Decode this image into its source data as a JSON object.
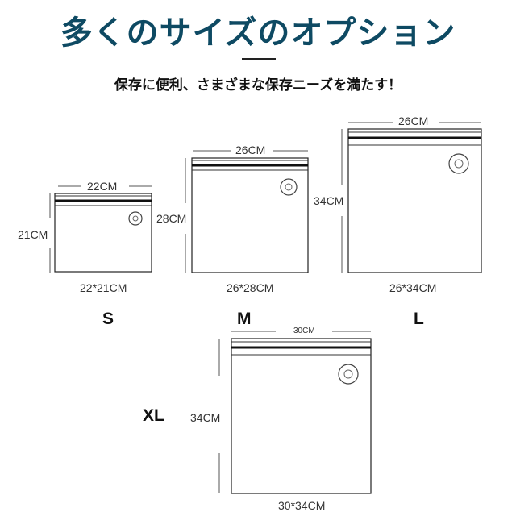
{
  "header": {
    "title": "多くのサイズのオプション",
    "subtitle": "保存に便利、さまざまな保存ニーズを満たす！"
  },
  "products": [
    {
      "size": "S",
      "width_label": "22CM",
      "height_label": "21CM",
      "dims_label": "22*21CM"
    },
    {
      "size": "M",
      "width_label": "26CM",
      "height_label": "28CM",
      "dims_label": "26*28CM"
    },
    {
      "size": "L",
      "width_label": "26CM",
      "height_label": "34CM",
      "dims_label": "26*34CM"
    },
    {
      "size": "XL",
      "width_label": "30CM",
      "height_label": "34CM",
      "dims_label": "30*34CM"
    }
  ],
  "colors": {
    "title": "#0e4a63",
    "outline": "#222222"
  },
  "icons": [
    "valve-icon"
  ]
}
